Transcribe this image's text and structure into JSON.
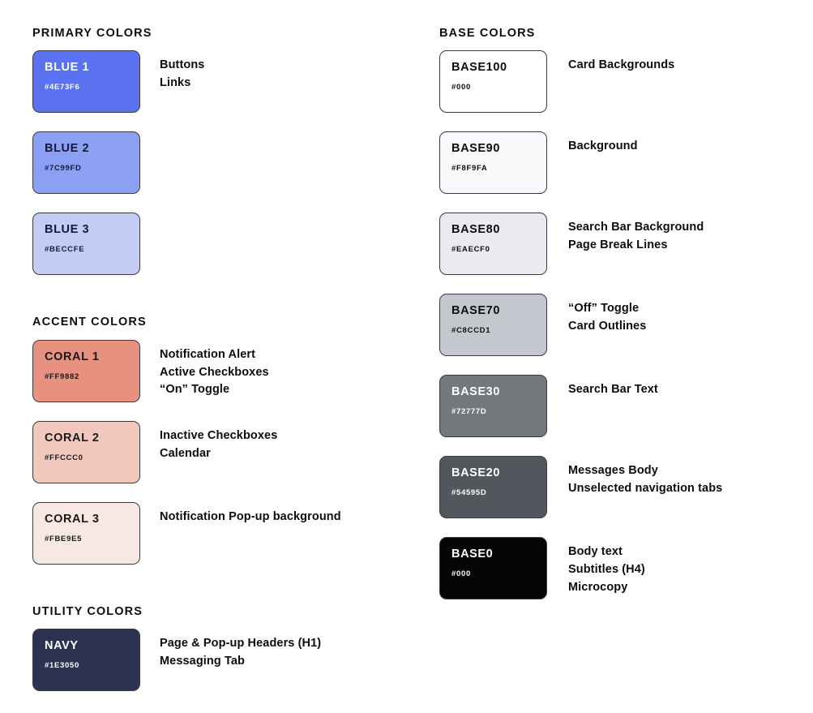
{
  "palette": {
    "page_background": "#FFFFFF",
    "swatch_border": "#3A3A46"
  },
  "columns": {
    "left": {
      "sections": [
        {
          "title": "PRIMARY COLORS",
          "swatches": [
            {
              "name": "BLUE 1",
              "hex_label": "#4E73F6",
              "fill": "#5A72EF",
              "text_color": "#FFFFFF",
              "descriptions": [
                "Buttons",
                "Links"
              ]
            },
            {
              "name": "BLUE 2",
              "hex_label": "#7C99FD",
              "fill": "#8BA0F2",
              "text_color": "#151A3A",
              "descriptions": []
            },
            {
              "name": "BLUE 3",
              "hex_label": "#BECCFE",
              "fill": "#C2CCF5",
              "text_color": "#151A3A",
              "descriptions": []
            }
          ]
        },
        {
          "title": "ACCENT COLORS",
          "swatches": [
            {
              "name": "CORAL 1",
              "hex_label": "#FF9882",
              "fill": "#E79180",
              "text_color": "#1A1A1A",
              "descriptions": [
                "Notification Alert",
                "Active Checkboxes",
                "“On” Toggle"
              ]
            },
            {
              "name": "CORAL 2",
              "hex_label": "#FFCCC0",
              "fill": "#F3C8BC",
              "text_color": "#1A1A1A",
              "descriptions": [
                "Inactive Checkboxes",
                "Calendar"
              ]
            },
            {
              "name": "CORAL 3",
              "hex_label": "#FBE9E5",
              "fill": "#F7E8E4",
              "text_color": "#1A1A1A",
              "descriptions": [
                "Notification Pop-up background"
              ]
            }
          ]
        },
        {
          "title": "UTILITY COLORS",
          "swatches": [
            {
              "name": "NAVY",
              "hex_label": "#1E3050",
              "fill": "#2B3350",
              "text_color": "#FFFFFF",
              "descriptions": [
                "Page & Pop-up Headers (H1)",
                "Messaging Tab"
              ]
            }
          ]
        }
      ]
    },
    "right": {
      "sections": [
        {
          "title": "BASE COLORS",
          "swatches": [
            {
              "name": "BASE100",
              "hex_label": "#000",
              "fill": "#FFFFFF",
              "text_color": "#0D0D0D",
              "descriptions": [
                "Card Backgrounds"
              ]
            },
            {
              "name": "BASE90",
              "hex_label": "#F8F9FA",
              "fill": "#F8F9FA",
              "text_color": "#0D0D0D",
              "descriptions": [
                "Background"
              ]
            },
            {
              "name": "BASE80",
              "hex_label": "#EAECF0",
              "fill": "#E9EBEF",
              "text_color": "#0D0D0D",
              "descriptions": [
                "Search Bar Background",
                "Page Break Lines"
              ]
            },
            {
              "name": "BASE70",
              "hex_label": "#C8CCD1",
              "fill": "#C4C8CE",
              "text_color": "#0D0D0D",
              "descriptions": [
                "“Off” Toggle",
                "Card Outlines"
              ]
            },
            {
              "name": "BASE30",
              "hex_label": "#72777D",
              "fill": "#74777C",
              "text_color": "#FFFFFF",
              "descriptions": [
                "Search Bar Text"
              ]
            },
            {
              "name": "BASE20",
              "hex_label": "#54595D",
              "fill": "#53565C",
              "text_color": "#FFFFFF",
              "descriptions": [
                "Messages Body",
                "Unselected navigation tabs"
              ]
            },
            {
              "name": "BASE0",
              "hex_label": "#000",
              "fill": "#050505",
              "text_color": "#FFFFFF",
              "descriptions": [
                "Body text",
                "Subtitles (H4)",
                "Microcopy"
              ]
            }
          ]
        }
      ]
    }
  }
}
